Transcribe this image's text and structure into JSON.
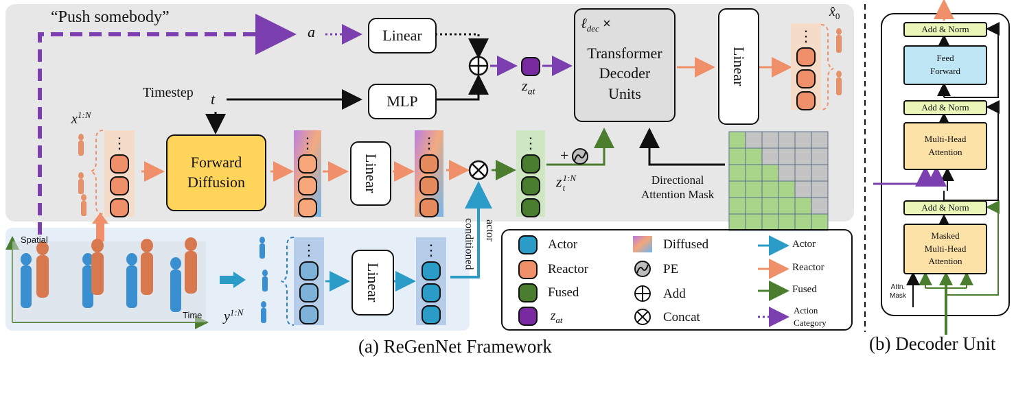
{
  "framework": {
    "caption": "(a) ReGenNet Framework",
    "prompt_quote": "“Push somebody”",
    "a_symbol": "a",
    "linear_top": "Linear",
    "mlp": "MLP",
    "timestep_label": "Timestep",
    "t_symbol": "t",
    "add_symbol": "⊕",
    "z_at": "z",
    "z_at_sub": "at",
    "decoder_repeat": "ℓ",
    "decoder_repeat_sub": "dec",
    "decoder_repeat_times": "×",
    "transformer_l1": "Transformer",
    "transformer_l2": "Decoder",
    "transformer_l3": "Units",
    "linear_right": "Linear",
    "x0_hat": "x̂",
    "x0_sub": "0",
    "x_input": "x",
    "x_sup": "1:N",
    "forward_l1": "Forward",
    "forward_l2": "Diffusion",
    "linear_mid": "Linear",
    "concat_symbol": "⊗",
    "plus_pe": "+",
    "z_t": "z",
    "z_t_sub": "t",
    "z_t_sup": "1:N",
    "mask_l1": "Directional",
    "mask_l2": "Attention Mask",
    "spatial": "Spatial",
    "time": "Time",
    "y_input": "y",
    "y_sup": "1:N",
    "linear_bottom": "Linear",
    "actor_cond_l1": "actor",
    "actor_cond_l2": "conditioned",
    "dots": "⋮"
  },
  "legend": {
    "actor": "Actor",
    "reactor": "Reactor",
    "fused": "Fused",
    "zat": "z",
    "zat_sub": "at",
    "diffused": "Diffused",
    "pe": "PE",
    "add": "Add",
    "concat": "Concat",
    "arrow_actor": "Actor",
    "arrow_reactor": "Reactor",
    "arrow_fused": "Fused",
    "arrow_action_l1": "Action",
    "arrow_action_l2": "Category"
  },
  "decoder": {
    "caption": "(b) Decoder Unit",
    "add_norm_1": "Add & Norm",
    "feed_l1": "Feed",
    "feed_l2": "Forward",
    "add_norm_2": "Add & Norm",
    "mha_l1": "Multi-Head",
    "mha_l2": "Attention",
    "add_norm_3": "Add & Norm",
    "mmha_l1": "Masked",
    "mmha_l2": "Multi-Head",
    "mmha_l3": "Attention",
    "attn_l1": "Attn.",
    "attn_l2": "Mask"
  },
  "colors": {
    "actor": "#2b9bc8",
    "reactor": "#f0906a",
    "fused": "#4a7d2e",
    "zat": "#7a2aa0",
    "action": "#7b3fb0",
    "mask_on": "#a8d58a",
    "mask_off": "#c4c4c4"
  }
}
